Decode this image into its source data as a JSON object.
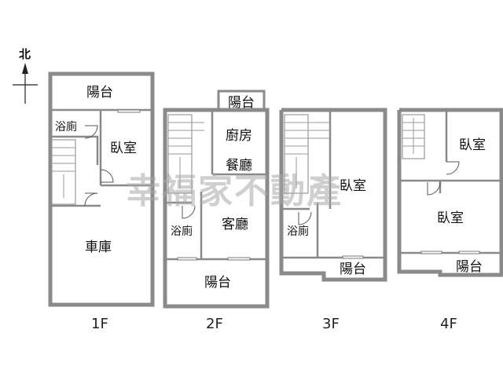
{
  "compass": {
    "label": "北"
  },
  "watermark": "幸福家不動產",
  "floors": [
    {
      "label": "1F",
      "rooms": [
        "陽台",
        "浴廁",
        "臥室",
        "車庫"
      ]
    },
    {
      "label": "2F",
      "rooms": [
        "陽台",
        "廚房",
        "餐廳",
        "浴廁",
        "客廳",
        "陽台"
      ]
    },
    {
      "label": "3F",
      "rooms": [
        "臥室",
        "浴廁",
        "陽台"
      ]
    },
    {
      "label": "4F",
      "rooms": [
        "臥室",
        "臥室",
        "陽台"
      ]
    }
  ]
}
